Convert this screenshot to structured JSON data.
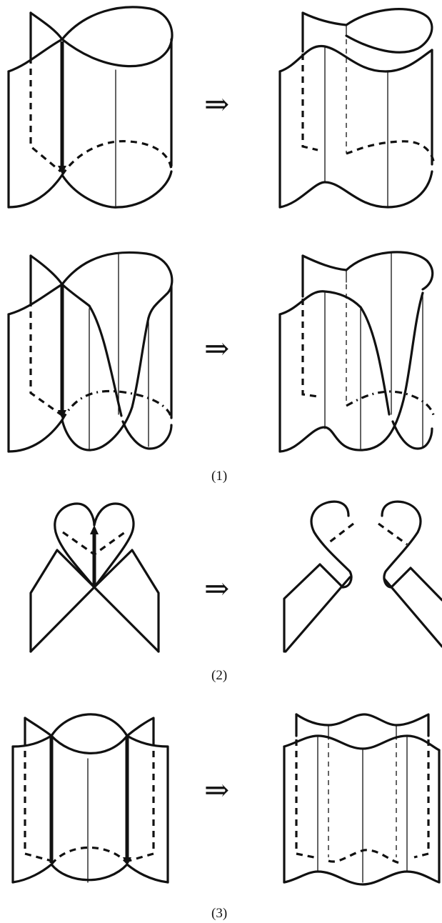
{
  "figure": {
    "implies_symbol": "⇒",
    "panels": [
      {
        "label": "(1)"
      },
      {
        "label": "(2)"
      },
      {
        "label": "(3)"
      }
    ]
  }
}
